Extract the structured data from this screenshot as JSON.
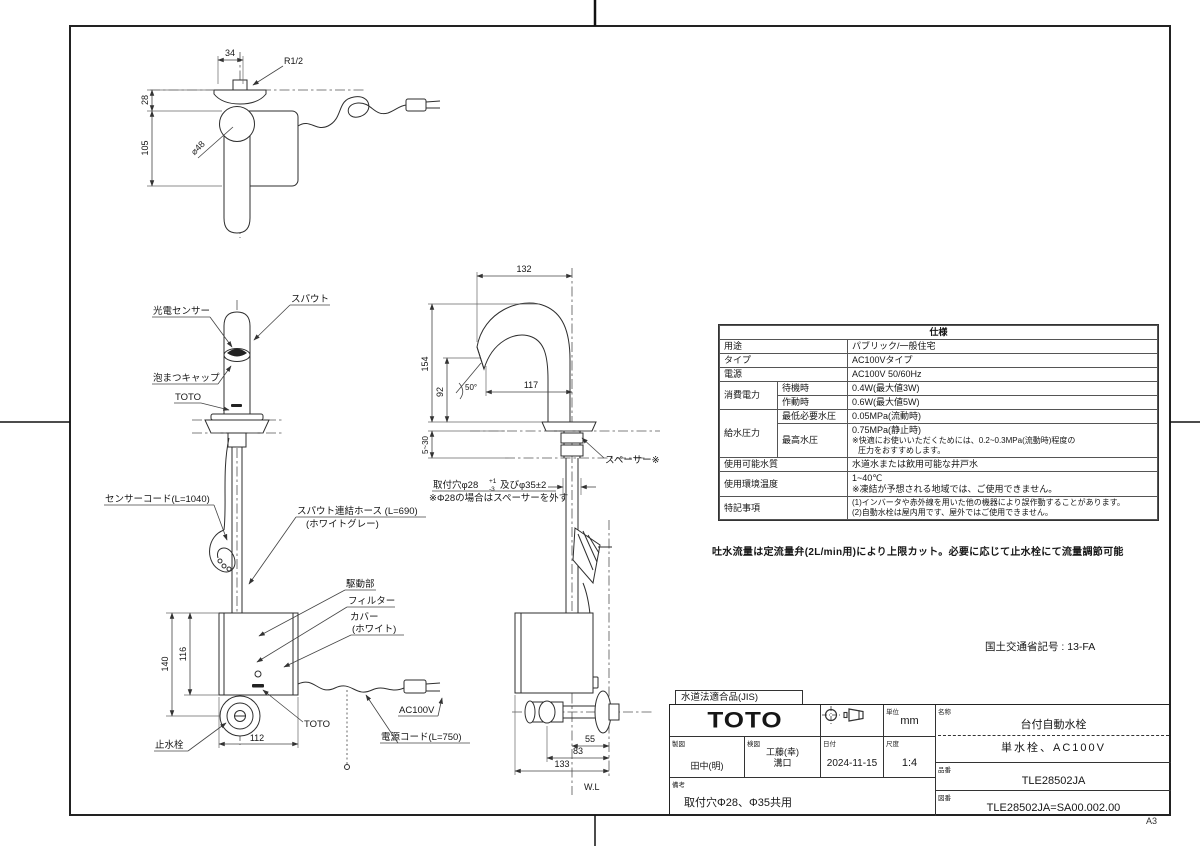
{
  "sheet": {
    "size": "A3"
  },
  "top_view": {
    "dims": {
      "w34": "34",
      "thread": "R1/2",
      "h28": "28",
      "h105": "105",
      "dia48": "⌀48"
    }
  },
  "front_view": {
    "labels": {
      "sensor": "光電センサー",
      "spout": "スパウト",
      "foam_cap": "泡まつキャップ",
      "brand_upper": "TOTO",
      "sensor_cord": "センサーコード(L=1040)",
      "hose1": "スパウト連結ホース (L=690)",
      "hose2": "(ホワイトグレー)",
      "drive": "駆動部",
      "filter": "フィルター",
      "cover1": "カバー",
      "cover2": "(ホワイト)",
      "brand_lower": "TOTO",
      "ac": "AC100V",
      "power_cord": "電源コード(L=750)",
      "stop_valve": "止水栓"
    },
    "dims": {
      "h140": "140",
      "h116": "116",
      "w112": "112"
    }
  },
  "side_view": {
    "dims": {
      "w132": "132",
      "h154": "154",
      "h92": "92",
      "angle50": "50°",
      "w117": "117",
      "range": "5~30",
      "w55": "55",
      "w83": "83",
      "w133": "133"
    },
    "labels": {
      "spacer": "スペーサー※",
      "hole_text": "取付穴φ28",
      "tol_plus": "+1",
      "tol_minus": "-3",
      "hole_text2": "及びφ35±2",
      "hole_note": "※Φ28の場合はスペーサーを外す",
      "water_line": "W.L"
    }
  },
  "spec": {
    "title": "仕様",
    "usage": {
      "label": "用途",
      "value": "パブリック/一般住宅"
    },
    "type": {
      "label": "タイプ",
      "value": "AC100Vタイプ"
    },
    "power": {
      "label": "電源",
      "value": "AC100V 50/60Hz"
    },
    "consumption": {
      "label": "消費電力",
      "standby_label": "待機時",
      "standby": "0.4W(最大値3W)",
      "active_label": "作動時",
      "active": "0.6W(最大値5W)"
    },
    "pressure": {
      "label": "給水圧力",
      "min_label": "最低必要水圧",
      "min": "0.05MPa(流動時)",
      "max_label": "最高水圧",
      "max": "0.75MPa(静止時)",
      "note1": "※快適にお使いいただくためには、0.2~0.3MPa(流動時)程度の",
      "note2": "圧力をおすすめします。"
    },
    "water_quality": {
      "label": "使用可能水質",
      "value": "水道水または飲用可能な井戸水"
    },
    "temperature": {
      "label": "使用環境温度",
      "value": "1~40℃",
      "note": "※凍結が予想される地域では、ご使用できません。"
    },
    "special": {
      "label": "特記事項",
      "note1": "(1)インバータや赤外線を用いた他の機器により誤作動することがあります。",
      "note2": "(2)自動水栓は屋内用です、屋外ではご使用できません。"
    }
  },
  "flow_note": "吐水流量は定流量弁(2L/min用)により上限カット。必要に応じて止水栓にて流量調節可能",
  "mlit_code": "国土交通省記号 : 13-FA",
  "title_block": {
    "jis": "水道法適合品(JIS)",
    "logo": "TOTO",
    "unit_label": "単位",
    "unit": "mm",
    "drafter_label": "製図",
    "drafter": "田中(明)",
    "checker_label": "検図",
    "checker1": "工藤(幸)",
    "checker2": "溝口",
    "date_label": "日付",
    "date": "2024-11-15",
    "scale_label": "尺度",
    "scale": "1:4",
    "remarks_label": "備考",
    "remarks": "取付穴Φ28、Φ35共用",
    "name_label": "名称",
    "name1": "台付自動水栓",
    "name2": "単水栓、AC100V",
    "part_label": "品番",
    "part": "TLE28502JA",
    "dwg_label": "図番",
    "dwg": "TLE28502JA=SA00.002.00"
  }
}
